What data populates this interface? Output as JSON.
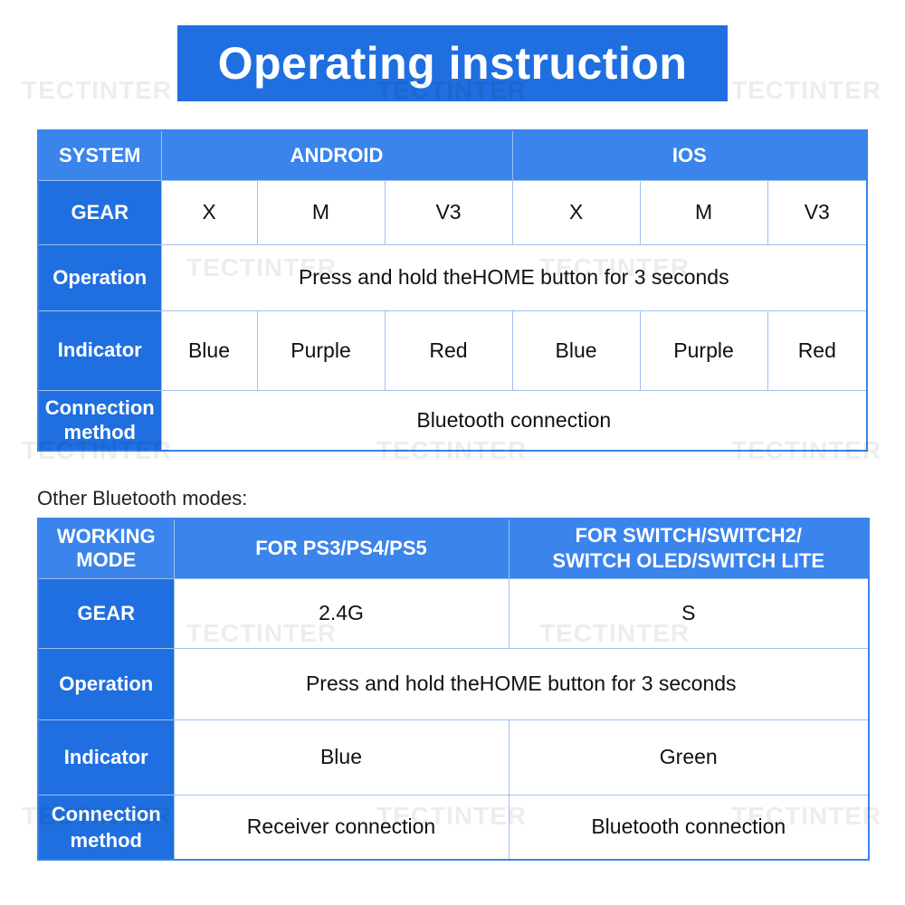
{
  "title": "Operating instruction",
  "watermark": "TECTINTER",
  "colors": {
    "accent": "#1f6fe0",
    "header": "#3a84ec",
    "grid": "#9ec1ef"
  },
  "table1": {
    "system_label": "SYSTEM",
    "android": "ANDROID",
    "ios": "IOS",
    "gear_label": "GEAR",
    "gears": [
      "X",
      "M",
      "V3",
      "X",
      "M",
      "V3"
    ],
    "operation_label": "Operation",
    "operation": "Press and hold theHOME button for 3 seconds",
    "indicator_label": "Indicator",
    "indicators": [
      "Blue",
      "Purple",
      "Red",
      "Blue",
      "Purple",
      "Red"
    ],
    "connection_label_1": "Connection",
    "connection_label_2": "method",
    "connection": "Bluetooth connection"
  },
  "other_modes_title": "Other Bluetooth modes:",
  "table2": {
    "working_label_1": "WORKING",
    "working_label_2": "MODE",
    "ps_mode": "FOR PS3/PS4/PS5",
    "switch_mode_1": "FOR SWITCH/SWITCH2/",
    "switch_mode_2": "SWITCH OLED/SWITCH LITE",
    "gear_label": "GEAR",
    "gears": [
      "2.4G",
      "S"
    ],
    "operation_label": "Operation",
    "operation": "Press and hold theHOME button for 3 seconds",
    "indicator_label": "Indicator",
    "indicators": [
      "Blue",
      "Green"
    ],
    "connection_label_1": "Connection",
    "connection_label_2": "method",
    "connections": [
      "Receiver connection",
      "Bluetooth connection"
    ]
  }
}
